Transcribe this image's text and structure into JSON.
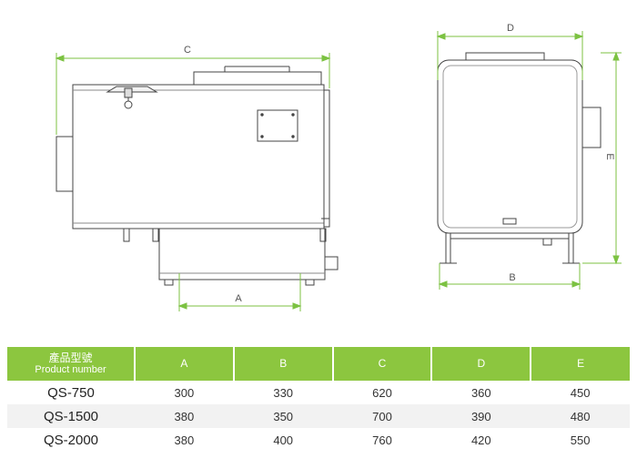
{
  "drawing": {
    "dimension_labels": {
      "side_view": {
        "width_total": "C",
        "base": "A"
      },
      "front_view": {
        "depth": "D",
        "height": "E",
        "base": "B"
      }
    },
    "line_color": "#444444",
    "dimension_color": "#7cc242"
  },
  "table": {
    "header_color": "#8cc63f",
    "headers": {
      "model_cn": "產品型號",
      "model_en": "Product number",
      "columns": [
        "A",
        "B",
        "C",
        "D",
        "E"
      ]
    },
    "rows": [
      {
        "model": "QS-750",
        "values": [
          "300",
          "330",
          "620",
          "360",
          "450"
        ]
      },
      {
        "model": "QS-1500",
        "values": [
          "380",
          "350",
          "700",
          "390",
          "480"
        ]
      },
      {
        "model": "QS-2000",
        "values": [
          "380",
          "400",
          "760",
          "420",
          "550"
        ]
      }
    ]
  }
}
